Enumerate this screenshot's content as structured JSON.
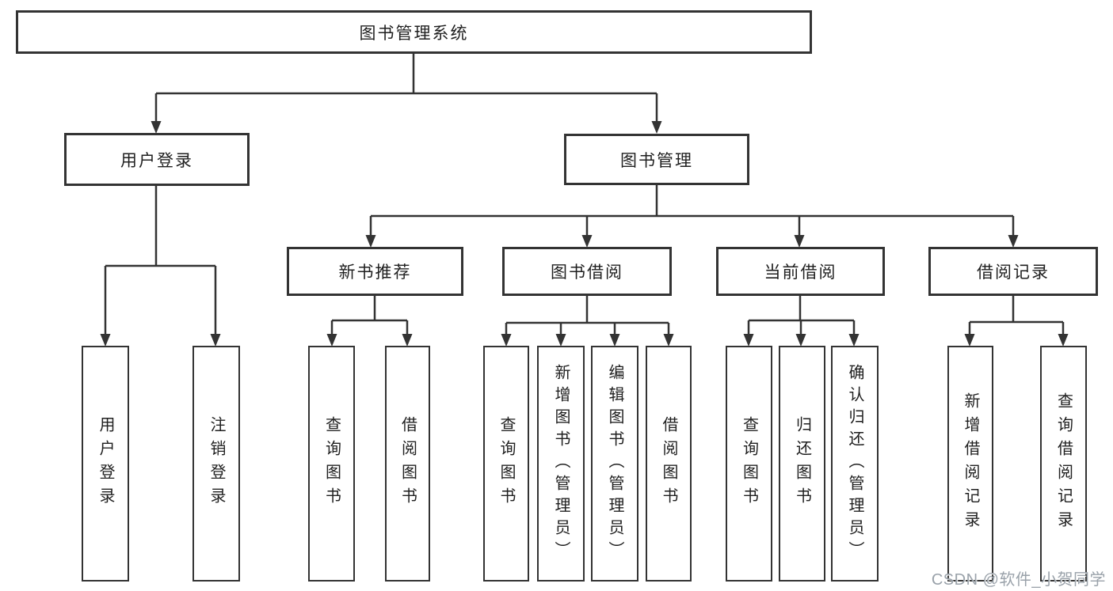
{
  "root": {
    "label": "图书管理系统"
  },
  "branches": [
    {
      "label": "用户登录",
      "children": [
        {
          "label": "用户登录"
        },
        {
          "label": "注销登录"
        }
      ]
    },
    {
      "label": "图书管理",
      "children": [
        {
          "label": "新书推荐",
          "children": [
            {
              "label": "查询图书"
            },
            {
              "label": "借阅图书"
            }
          ]
        },
        {
          "label": "图书借阅",
          "children": [
            {
              "label": "查询图书"
            },
            {
              "label": "新增图书（管理员）"
            },
            {
              "label": "编辑图书（管理员）"
            },
            {
              "label": "借阅图书"
            }
          ]
        },
        {
          "label": "当前借阅",
          "children": [
            {
              "label": "查询图书"
            },
            {
              "label": "归还图书"
            },
            {
              "label": "确认归还（管理员）"
            }
          ]
        },
        {
          "label": "借阅记录",
          "children": [
            {
              "label": "新增借阅记录"
            },
            {
              "label": "查询借阅记录"
            }
          ]
        }
      ]
    }
  ],
  "watermark": {
    "text": "CSDN @软件_小贺同学"
  },
  "colors": {
    "line": "#333333",
    "text": "#1f1f1f",
    "watermark": "#9aa2aa",
    "background": "#ffffff"
  }
}
